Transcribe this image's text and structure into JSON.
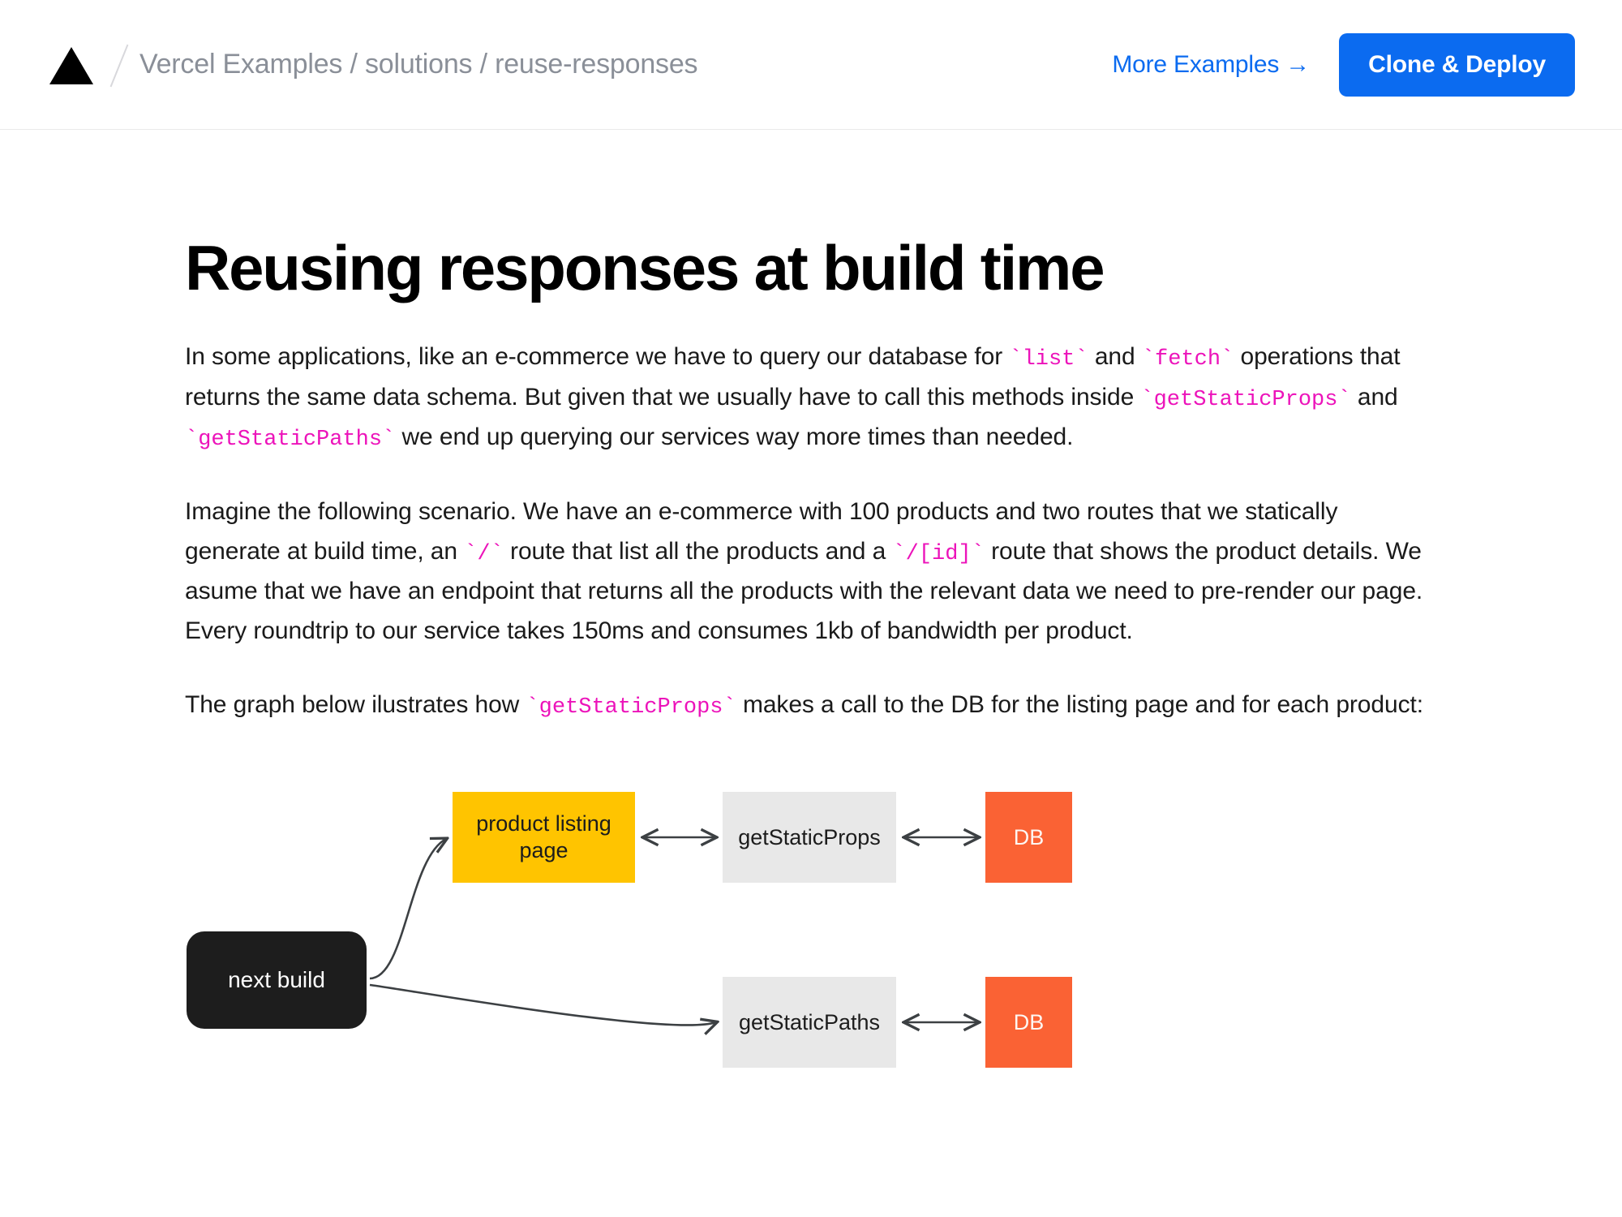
{
  "header": {
    "logo_icon": "vercel-triangle-icon",
    "breadcrumb": "Vercel Examples / solutions / reuse-responses",
    "more_examples_label": "More Examples →",
    "clone_deploy_label": "Clone & Deploy",
    "accent_color": "#0b6bf0",
    "breadcrumb_color": "#8a8f98"
  },
  "main": {
    "title": "Reusing responses at build time",
    "paragraphs": {
      "p1": {
        "t1": "In some applications, like an e-commerce we have to query our database for ",
        "c1": "`list`",
        "t2": " and ",
        "c2": "`fetch`",
        "t3": " operations that returns the same data schema. But given that we usually have to call this methods inside ",
        "c3": "`getStaticProps`",
        "t4": " and ",
        "c4": "`getStaticPaths`",
        "t5": " we end up querying our services way more times than needed."
      },
      "p2": {
        "t1": "Imagine the following scenario. We have an e-commerce with 100 products and two routes that we statically generate at build time, an ",
        "c1": "`/`",
        "t2": " route that list all the products and a ",
        "c2": "`/[id]`",
        "t3": " route that shows the product details. We asume that we have an endpoint that returns all the products with the relevant data we need to pre-render our page. Every roundtrip to our service takes 150ms and consumes 1kb of bandwidth per product."
      },
      "p3": {
        "t1": "The graph below ilustrates how ",
        "c1": "`getStaticProps`",
        "t2": " makes a call to the DB for the listing page and for each product:"
      }
    },
    "code_color": "#ec13ba"
  },
  "diagram": {
    "nodes": {
      "next_build": "next build",
      "product_listing_page_line1": "product listing",
      "product_listing_page_line2": "page",
      "get_static_props": "getStaticProps",
      "get_static_paths": "getStaticPaths",
      "db_top": "DB",
      "db_bottom": "DB"
    },
    "colors": {
      "next_build_bg": "#1d1d1d",
      "listing_bg": "#FFC400",
      "function_bg": "#e8e8e8",
      "db_bg": "#FA6234",
      "edge": "#3c4043"
    }
  }
}
